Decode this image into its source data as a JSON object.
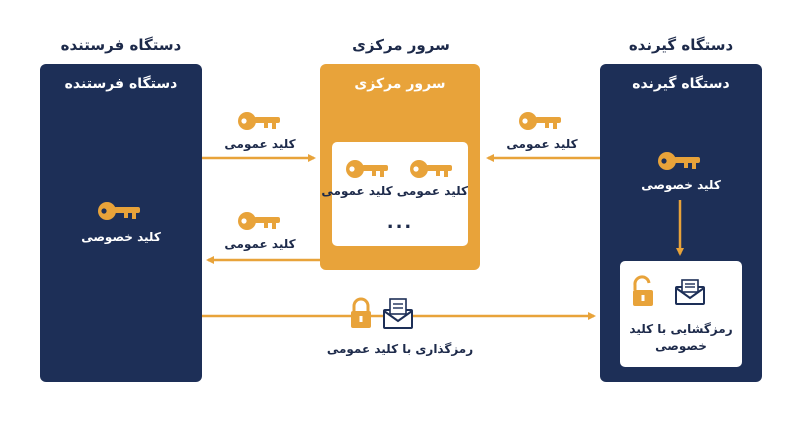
{
  "titles": {
    "sender": "دستگاه فرستنده",
    "server": "سرور مرکزی",
    "receiver": "دستگاه گیرنده"
  },
  "sender_panel": {
    "title": "دستگاه فرستنده",
    "private_key_label": "کلید خصوصی"
  },
  "server_panel": {
    "title": "سرور مرکزی",
    "keys_label": "کلید عمومی کلید عمومی",
    "ellipsis": "..."
  },
  "receiver_panel": {
    "title": "دستگاه گیرنده",
    "private_key_label": "کلید خصوصی",
    "decrypt_label": "رمزگشایی با کلید خصوصی"
  },
  "flows": {
    "sender_to_server": "کلید عمومی",
    "server_to_sender": "کلید عمومی",
    "receiver_to_server": "کلید عمومی",
    "encrypt_label": "رمزگذاری با کلید عمومی"
  },
  "colors": {
    "navy": "#1d2f57",
    "orange": "#e8a33a",
    "text": "#1d2a4a"
  },
  "icons": [
    "key-icon",
    "padlock-locked-icon",
    "padlock-open-icon",
    "envelope-icon"
  ]
}
